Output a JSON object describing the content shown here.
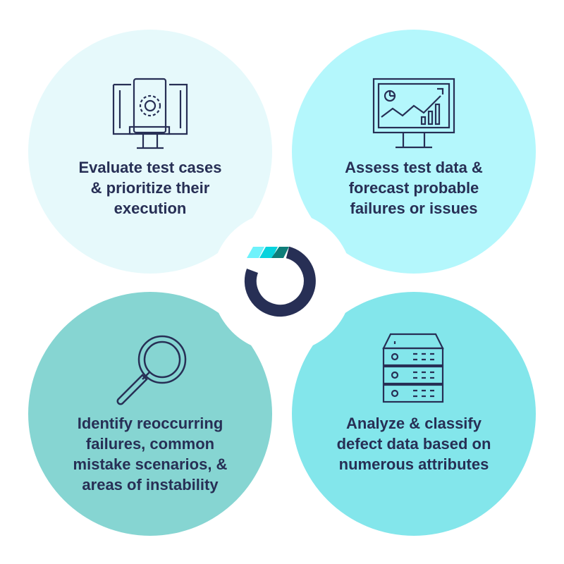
{
  "quadrants": [
    {
      "lines": [
        "Evaluate test cases",
        "& prioritize their",
        "execution"
      ],
      "icon": "monitor-document-gear-icon"
    },
    {
      "lines": [
        "Assess test data &",
        "forecast probable",
        "failures or issues"
      ],
      "icon": "monitor-chart-icon"
    },
    {
      "lines": [
        "Identify reoccurring",
        "failures, common",
        "mistake scenarios, &",
        "areas of instability"
      ],
      "icon": "magnifying-glass-icon"
    },
    {
      "lines": [
        "Analyze & classify",
        "defect data based on",
        "numerous attributes"
      ],
      "icon": "server-icon"
    }
  ],
  "colors": {
    "text": "#272f55",
    "q1": "#e6f9fb",
    "q2": "#b4f7fc",
    "q3": "#86d5d2",
    "q4": "#83e6eb",
    "logo": "#272f55"
  }
}
